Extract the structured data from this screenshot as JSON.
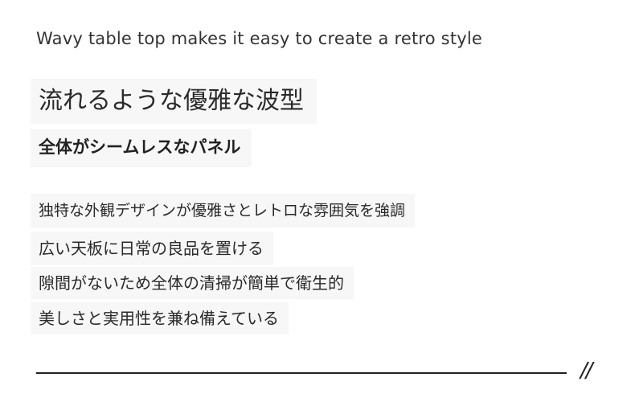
{
  "subtitle_en": "Wavy table top makes it easy to create a retro style",
  "heading_main": "流れるような優雅な波型",
  "heading_sub": "全体がシームレスなパネル",
  "features": [
    "独特な外観デザインが優雅さとレトロな雰囲気を強調",
    "広い天板に日常の良品を置ける",
    "隙間がないため全体の清掃が簡単で衛生的",
    "美しさと実用性を兼ね備えている"
  ],
  "footer": {
    "mark": "//"
  }
}
